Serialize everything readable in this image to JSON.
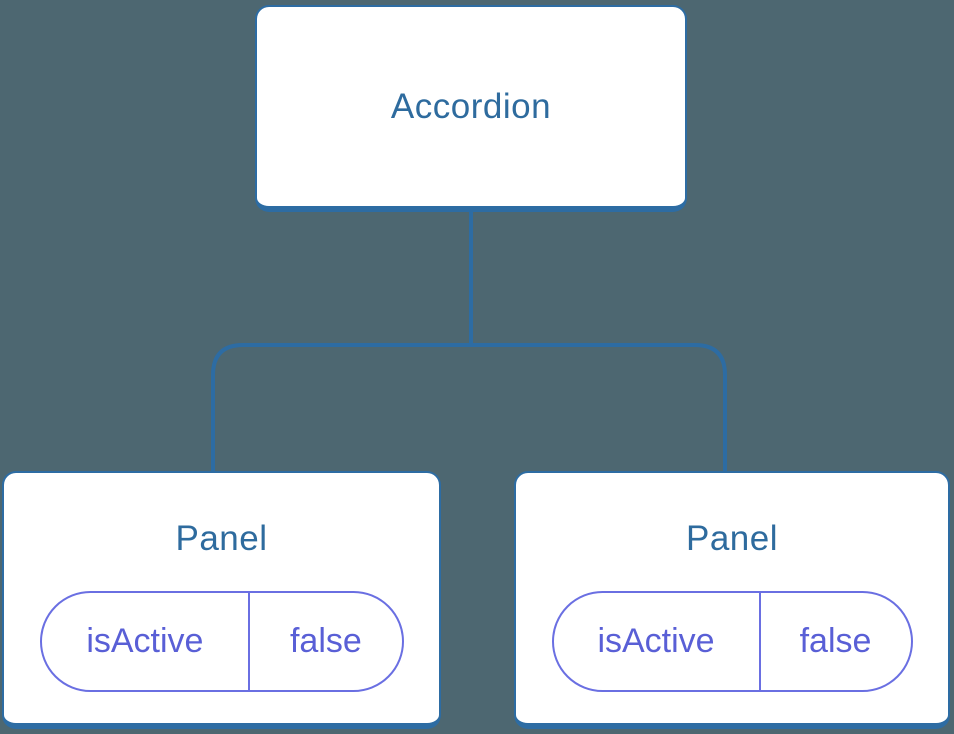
{
  "colors": {
    "background": "#4d6771",
    "node_fill": "#ffffff",
    "node_border": "#2d6ca3",
    "node_text": "#2e6b9e",
    "state_accent": "#6a6fe2",
    "state_text": "#595fd6"
  },
  "tree": {
    "root": {
      "label": "Accordion"
    },
    "children": [
      {
        "label": "Panel",
        "state": {
          "key": "isActive",
          "value": "false"
        }
      },
      {
        "label": "Panel",
        "state": {
          "key": "isActive",
          "value": "false"
        }
      }
    ]
  }
}
